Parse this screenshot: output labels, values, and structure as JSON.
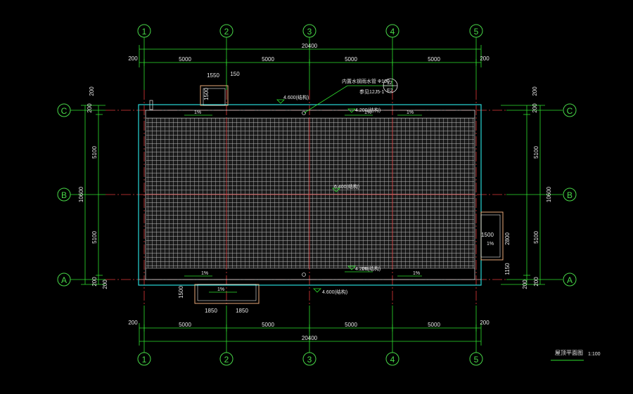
{
  "axes": {
    "numbers": [
      "1",
      "2",
      "3",
      "4",
      "5"
    ],
    "letters": [
      "C",
      "B",
      "A"
    ]
  },
  "dims": {
    "top_end_left": "200",
    "top_end_right": "200",
    "top_total": "20400",
    "top_spans": [
      "5000",
      "5000",
      "5000",
      "5000"
    ],
    "bottom_end_left": "200",
    "bottom_end_right": "200",
    "bottom_total": "20400",
    "bottom_spans": [
      "5000",
      "5000",
      "5000",
      "5000"
    ],
    "left_vertical": [
      "200",
      "200",
      "5100",
      "10600",
      "5100",
      "200",
      "200"
    ],
    "right_vertical": [
      "200",
      "200",
      "5100",
      "10600",
      "5100",
      "200",
      "200"
    ],
    "top_box": [
      "1550",
      "150",
      "1500"
    ],
    "bottom_box": [
      "1500",
      "1850",
      "1850"
    ],
    "right_box": [
      "1500",
      "2800",
      "1150"
    ]
  },
  "labels": {
    "drain_note": "内置水钢雨水管 Ф100",
    "detail_ref": "参见12J5-1",
    "detail_num": "12",
    "detail_sub": "E2",
    "elev_top": "4.600(结构)",
    "elev_top2": "4.200(结构)",
    "elev_center": "6.400(结构)",
    "elev_bottom": "4.200(结构)",
    "elev_bottom2": "4.600(结构)",
    "slope": "1%"
  },
  "title": {
    "name": "屋顶平面图",
    "scale": "1:100"
  },
  "colors": {
    "background": "#000000",
    "axis": "#48d848",
    "dimension": "#2ee02e",
    "wall": "#28d8d8",
    "grid_line": "#e03a3a",
    "tile": "#cfcfcf",
    "box": "#e8a878",
    "text": "#e8e8e8"
  }
}
